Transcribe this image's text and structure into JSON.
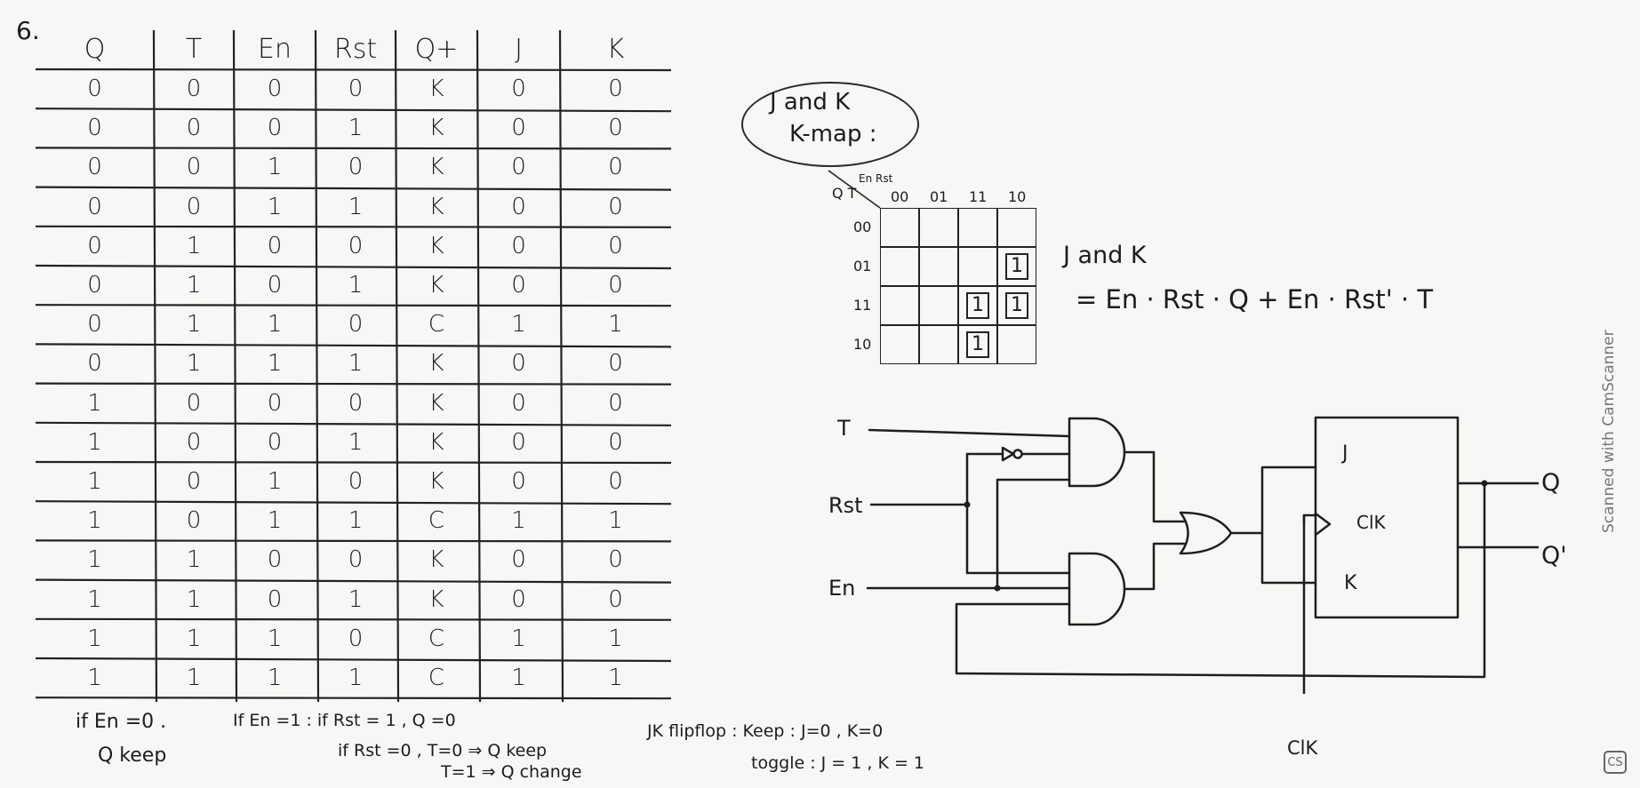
{
  "problem_number": "6.",
  "truth_table": {
    "headers": [
      "Q",
      "T",
      "En",
      "Rst",
      "Q+",
      "J",
      "K"
    ],
    "rows": [
      [
        "0",
        "0",
        "0",
        "0",
        "K",
        "0",
        "0"
      ],
      [
        "0",
        "0",
        "0",
        "1",
        "K",
        "0",
        "0"
      ],
      [
        "0",
        "0",
        "1",
        "0",
        "K",
        "0",
        "0"
      ],
      [
        "0",
        "0",
        "1",
        "1",
        "K",
        "0",
        "0"
      ],
      [
        "0",
        "1",
        "0",
        "0",
        "K",
        "0",
        "0"
      ],
      [
        "0",
        "1",
        "0",
        "1",
        "K",
        "0",
        "0"
      ],
      [
        "0",
        "1",
        "1",
        "0",
        "C",
        "1",
        "1"
      ],
      [
        "0",
        "1",
        "1",
        "1",
        "K",
        "0",
        "0"
      ],
      [
        "1",
        "0",
        "0",
        "0",
        "K",
        "0",
        "0"
      ],
      [
        "1",
        "0",
        "0",
        "1",
        "K",
        "0",
        "0"
      ],
      [
        "1",
        "0",
        "1",
        "0",
        "K",
        "0",
        "0"
      ],
      [
        "1",
        "0",
        "1",
        "1",
        "C",
        "1",
        "1"
      ],
      [
        "1",
        "1",
        "0",
        "0",
        "K",
        "0",
        "0"
      ],
      [
        "1",
        "1",
        "0",
        "1",
        "K",
        "0",
        "0"
      ],
      [
        "1",
        "1",
        "1",
        "0",
        "C",
        "1",
        "1"
      ],
      [
        "1",
        "1",
        "1",
        "1",
        "C",
        "1",
        "1"
      ]
    ]
  },
  "notes": {
    "en0_line1": "if En =0 .",
    "en0_line2": "Q keep",
    "en1_line1": "If En =1 : if Rst = 1 , Q =0",
    "en1_line2": "if Rst =0 , T=0 ⇒ Q keep",
    "en1_line3": "T=1 ⇒ Q change",
    "jk_line1": "JK flipflop : Keep : J=0 , K=0",
    "jk_line2": "toggle : J = 1 , K = 1"
  },
  "kmap": {
    "bubble_line1": "J and K",
    "bubble_line2": "K-map :",
    "corner_top": "En Rst",
    "corner_left": "Q T",
    "col_labels": [
      "00",
      "01",
      "11",
      "10"
    ],
    "row_labels": [
      "00",
      "01",
      "11",
      "10"
    ],
    "cells": [
      [
        "",
        "",
        "",
        ""
      ],
      [
        "",
        "",
        "",
        "1"
      ],
      [
        "",
        "",
        "1",
        "1"
      ],
      [
        "",
        "",
        "1",
        ""
      ]
    ],
    "result_label": "J and K",
    "equation": "= En · Rst · Q + En · Rst' · T"
  },
  "circuit": {
    "input_t": "T",
    "input_rst": "Rst",
    "input_en": "En",
    "ff_j": "J",
    "ff_clk": "ClK",
    "ff_k": "K",
    "out_q": "Q",
    "out_qbar": "Q'",
    "clk_label": "ClK"
  },
  "watermark": "Scanned with CamScanner",
  "badge": "CS"
}
